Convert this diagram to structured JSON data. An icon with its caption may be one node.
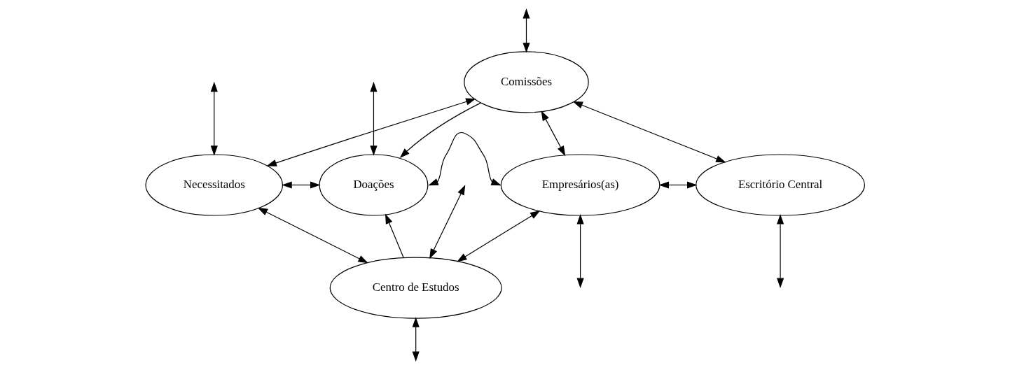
{
  "diagram": {
    "nodes": [
      {
        "text": [
          "Comissões"
        ]
      },
      {
        "text": [
          "Necessitados"
        ]
      },
      {
        "text": [
          "Doações"
        ]
      },
      {
        "text": [
          "Empresários(as)"
        ]
      },
      {
        "text": [
          "Escritório Central"
        ]
      },
      {
        "text": [
          "Centro de Estudos"
        ]
      }
    ],
    "edges": [
      {
        "from": null,
        "to": 0,
        "arrow": "both"
      },
      {
        "from": 0,
        "to": 1,
        "arrow": "both"
      },
      {
        "from": 0,
        "to": 2,
        "arrow": "to"
      },
      {
        "from": 0,
        "to": 3,
        "arrow": "both"
      },
      {
        "from": 0,
        "to": 4,
        "arrow": "both"
      },
      {
        "from": null,
        "to": 1,
        "arrow": "both"
      },
      {
        "from": null,
        "to": 2,
        "arrow": "both"
      },
      {
        "from": 1,
        "to": 2,
        "arrow": "both"
      },
      {
        "from": 2,
        "to": 3,
        "arrow": "both"
      },
      {
        "from": 3,
        "to": 4,
        "arrow": "both"
      },
      {
        "from": 3,
        "to": null,
        "arrow": "both"
      },
      {
        "from": 4,
        "to": null,
        "arrow": "both"
      },
      {
        "from": 1,
        "to": 5,
        "arrow": "both"
      },
      {
        "from": 5,
        "to": 2,
        "arrow": "to"
      },
      {
        "from": 5,
        "to": 3,
        "arrow": "both"
      },
      {
        "from": null,
        "to": 5,
        "arrow": "both"
      },
      {
        "from": 5,
        "to": null,
        "arrow": "both"
      }
    ]
  }
}
